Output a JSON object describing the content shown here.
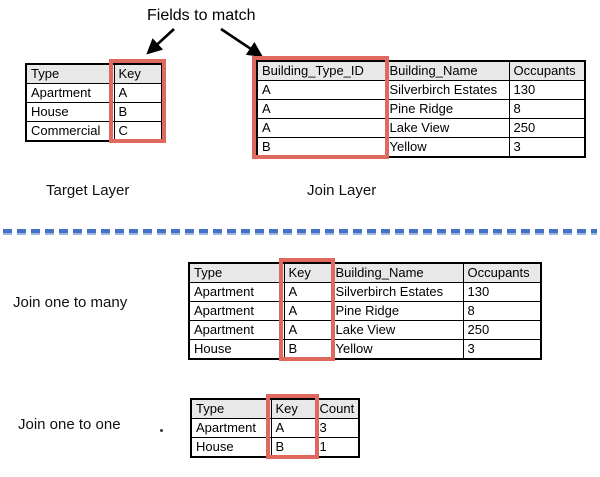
{
  "title": "Fields to match",
  "colors": {
    "highlight": "#e0695f",
    "header_bg": "#e8e8e8",
    "divider_blue": "#4472c4",
    "border": "#000000"
  },
  "target_table": {
    "label": "Target Layer",
    "headers": [
      "Type",
      "Key"
    ],
    "rows": [
      [
        "Apartment",
        "A"
      ],
      [
        "House",
        "B"
      ],
      [
        "Commercial",
        "C"
      ]
    ]
  },
  "join_table": {
    "label": "Join Layer",
    "headers": [
      "Building_Type_ID",
      "Building_Name",
      "Occupants"
    ],
    "rows": [
      [
        "A",
        "Silverbirch Estates",
        "130"
      ],
      [
        "A",
        "Pine Ridge",
        "8"
      ],
      [
        "A",
        "Lake View",
        "250"
      ],
      [
        "B",
        "Yellow",
        "3"
      ]
    ]
  },
  "one_to_many": {
    "label": "Join one to many",
    "headers": [
      "Type",
      "Key",
      "Building_Name",
      "Occupants"
    ],
    "rows": [
      [
        "Apartment",
        "A",
        "Silverbirch Estates",
        "130"
      ],
      [
        "Apartment",
        "A",
        "Pine Ridge",
        "8"
      ],
      [
        "Apartment",
        "A",
        "Lake View",
        "250"
      ],
      [
        "House",
        "B",
        "Yellow",
        "3"
      ]
    ]
  },
  "one_to_one": {
    "label": "Join one to one",
    "headers": [
      "Type",
      "Key",
      "Count"
    ],
    "rows": [
      [
        "Apartment",
        "A",
        "3"
      ],
      [
        "House",
        "B",
        "1"
      ]
    ]
  }
}
